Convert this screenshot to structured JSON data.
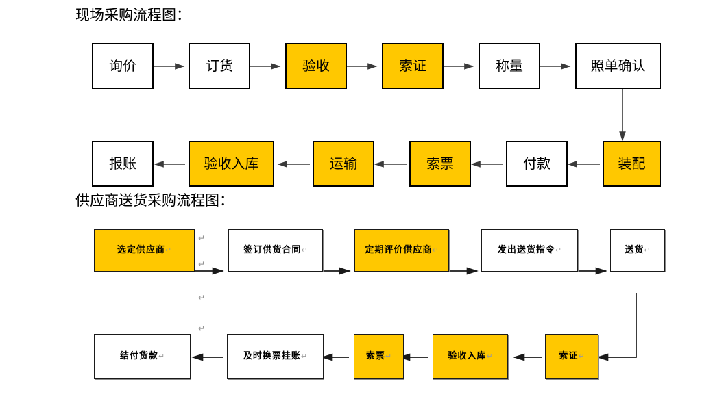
{
  "document": {
    "page_background": "#ffffff",
    "highlight_color": "#FFC800",
    "line_color": "#333333"
  },
  "section1": {
    "heading": "现场采购流程图：",
    "row1": [
      {
        "label": "询价",
        "highlighted": false
      },
      {
        "label": "订货",
        "highlighted": false
      },
      {
        "label": "验收",
        "highlighted": true
      },
      {
        "label": "索证",
        "highlighted": true
      },
      {
        "label": "称量",
        "highlighted": false
      },
      {
        "label": "照单确认",
        "highlighted": false
      }
    ],
    "row2": [
      {
        "label": "报账",
        "highlighted": false
      },
      {
        "label": "验收入库",
        "highlighted": true
      },
      {
        "label": "运输",
        "highlighted": true
      },
      {
        "label": "索票",
        "highlighted": true
      },
      {
        "label": "付款",
        "highlighted": false
      },
      {
        "label": "装配",
        "highlighted": true
      }
    ]
  },
  "section2": {
    "heading": "供应商送货采购流程图：",
    "row1": [
      {
        "label": "选定供应商",
        "mark": "↵",
        "highlighted": true
      },
      {
        "label": "签订供货合同",
        "mark": "↵",
        "highlighted": false
      },
      {
        "label": "定期评价供应商",
        "mark": "↵",
        "highlighted": true
      },
      {
        "label": "发出送货指令",
        "mark": "↵",
        "highlighted": false
      },
      {
        "label": "送货",
        "mark": "↵",
        "highlighted": false
      }
    ],
    "row2": [
      {
        "label": "结付货款",
        "mark": "↵",
        "highlighted": false
      },
      {
        "label": "及时换票挂账",
        "mark": "↵",
        "highlighted": false
      },
      {
        "label": "索票",
        "mark": "↵",
        "highlighted": true
      },
      {
        "label": "验收入库",
        "mark": "↵",
        "highlighted": true
      },
      {
        "label": "索证",
        "mark": "↵",
        "highlighted": true
      }
    ],
    "stray_marks": [
      "↵",
      "↵",
      "↵",
      "↵"
    ]
  }
}
